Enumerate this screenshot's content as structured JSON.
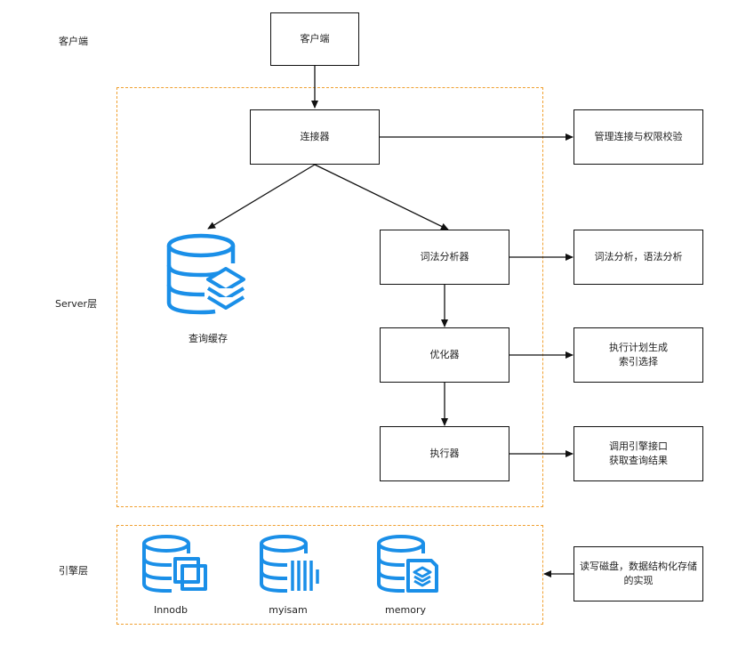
{
  "layers": {
    "client": "客户端",
    "server": "Server层",
    "engine": "引擎层"
  },
  "nodes": {
    "client": "客户端",
    "connector": "连接器",
    "cache": "查询缓存",
    "parser": "词法分析器",
    "optimizer": "优化器",
    "executor": "执行器"
  },
  "notes": {
    "connector": "管理连接与权限校验",
    "parser": "词法分析，语法分析",
    "optimizer_line1": "执行计划生成",
    "optimizer_line2": "索引选择",
    "executor_line1": "调用引擎接口",
    "executor_line2": "获取查询结果",
    "engine_line1": "读写磁盘，数据结构化存储",
    "engine_line2": "的实现"
  },
  "engines": [
    "Innodb",
    "myisam",
    "memory"
  ],
  "colors": {
    "zone_border": "#f0a030",
    "icon_blue": "#1a8fe8",
    "line": "#111111"
  }
}
